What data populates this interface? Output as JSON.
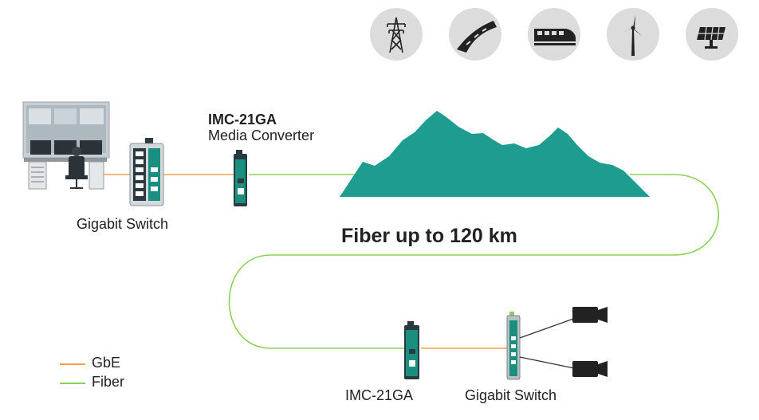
{
  "colors": {
    "gbe": "#f5a04a",
    "fiber": "#8ccf5a",
    "mountain": "#1e9c8f",
    "icon_bg": "#dcdcdc",
    "icon_fg": "#222222",
    "device_teal": "#1a8f80",
    "device_dark": "#2b3a3f"
  },
  "industries": [
    {
      "icon": "power-tower-icon"
    },
    {
      "icon": "road-icon"
    },
    {
      "icon": "train-icon"
    },
    {
      "icon": "wind-turbine-icon"
    },
    {
      "icon": "solar-panel-icon"
    }
  ],
  "labels": {
    "top_converter_model": "IMC-21GA",
    "top_converter_desc": "Media Converter",
    "left_switch": "Gigabit Switch",
    "fiber_distance": "Fiber up to 120 km",
    "bottom_converter": "IMC-21GA",
    "bottom_switch": "Gigabit Switch"
  },
  "legend": [
    {
      "label": "GbE",
      "color": "#f5a04a"
    },
    {
      "label": "Fiber",
      "color": "#8ccf5a"
    }
  ]
}
